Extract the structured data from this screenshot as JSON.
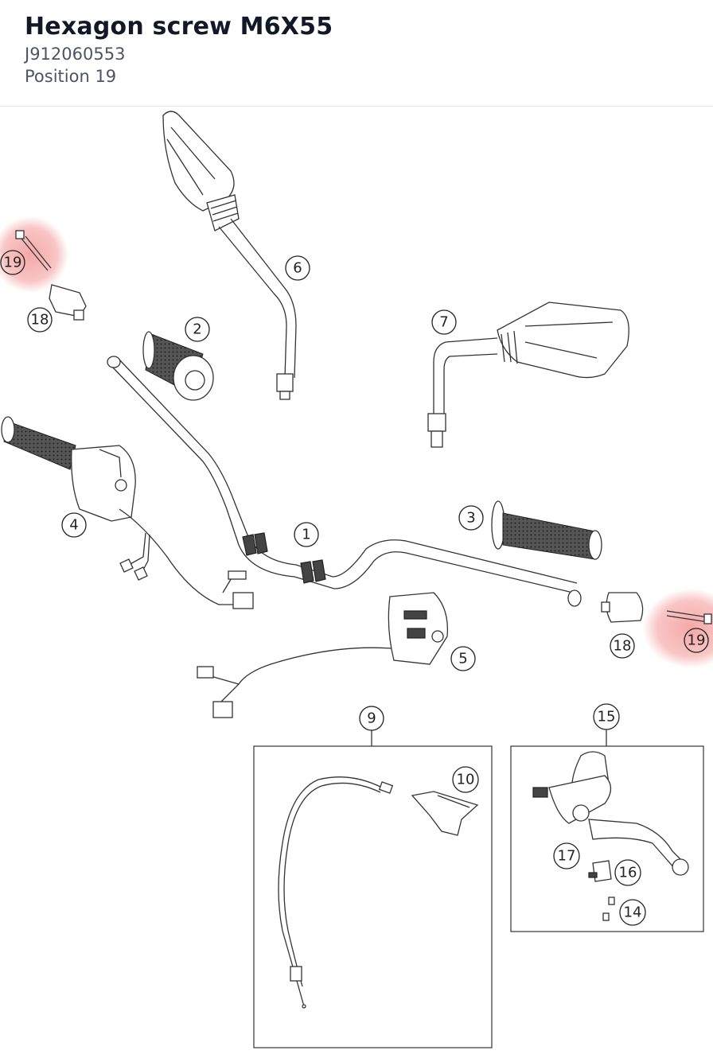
{
  "header": {
    "title": "Hexagon screw M6X55",
    "part_number": "J912060553",
    "position": "Position 19"
  },
  "diagram": {
    "highlight_color": "#f28b8b",
    "callouts": {
      "c1": "1",
      "c2": "2",
      "c3": "3",
      "c4": "4",
      "c5": "5",
      "c6": "6",
      "c7": "7",
      "c9": "9",
      "c10": "10",
      "c14": "14",
      "c15": "15",
      "c16": "16",
      "c17": "17",
      "c18a": "18",
      "c18b": "18",
      "c19a": "19",
      "c19b": "19"
    }
  }
}
